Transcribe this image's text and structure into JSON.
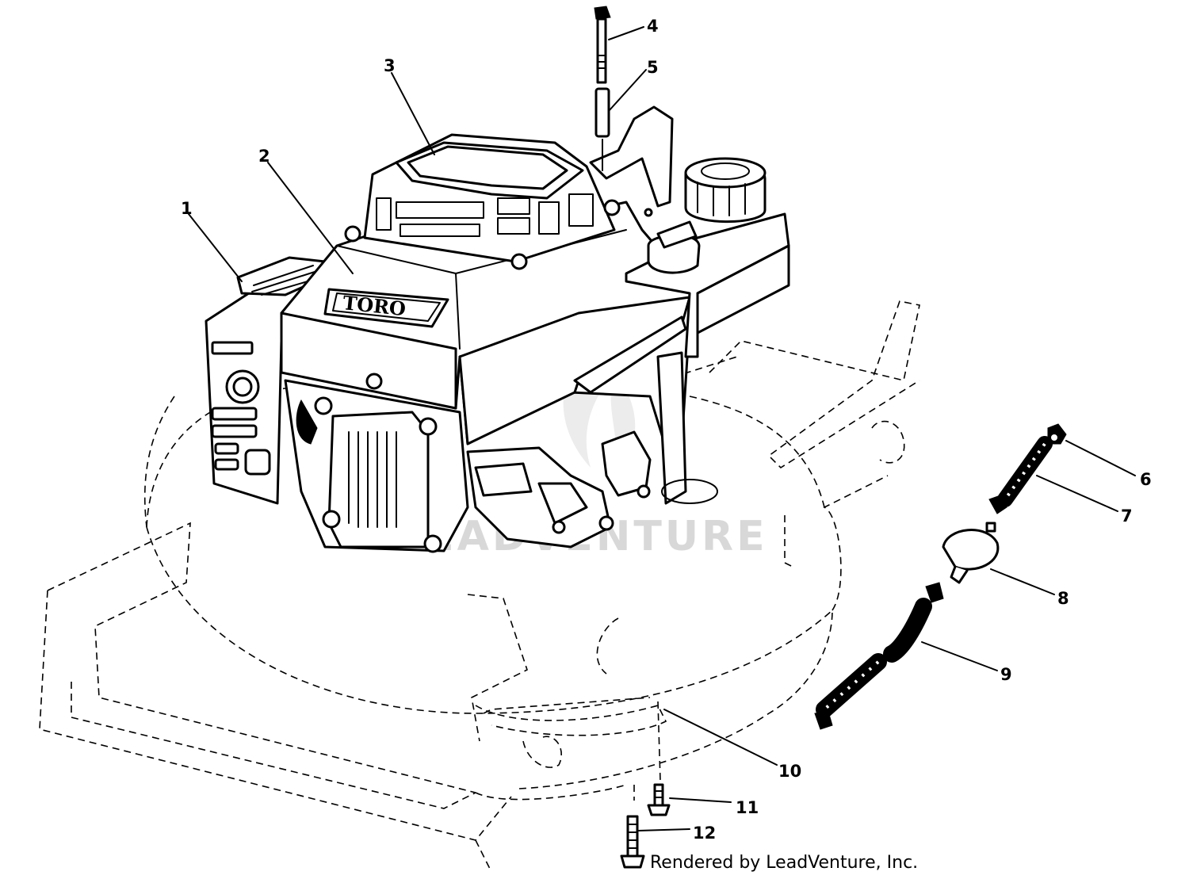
{
  "brand_badge": "TORO",
  "watermark": "LEADVENTURE",
  "credit": "Rendered by LeadVenture, Inc.",
  "callouts": [
    {
      "n": "1"
    },
    {
      "n": "2"
    },
    {
      "n": "3"
    },
    {
      "n": "4"
    },
    {
      "n": "5"
    },
    {
      "n": "6"
    },
    {
      "n": "7"
    },
    {
      "n": "8"
    },
    {
      "n": "9"
    },
    {
      "n": "10"
    },
    {
      "n": "11"
    },
    {
      "n": "12"
    }
  ],
  "colors": {
    "ink": "#000000",
    "paper": "#ffffff",
    "watermark": "#d8d8d8"
  }
}
